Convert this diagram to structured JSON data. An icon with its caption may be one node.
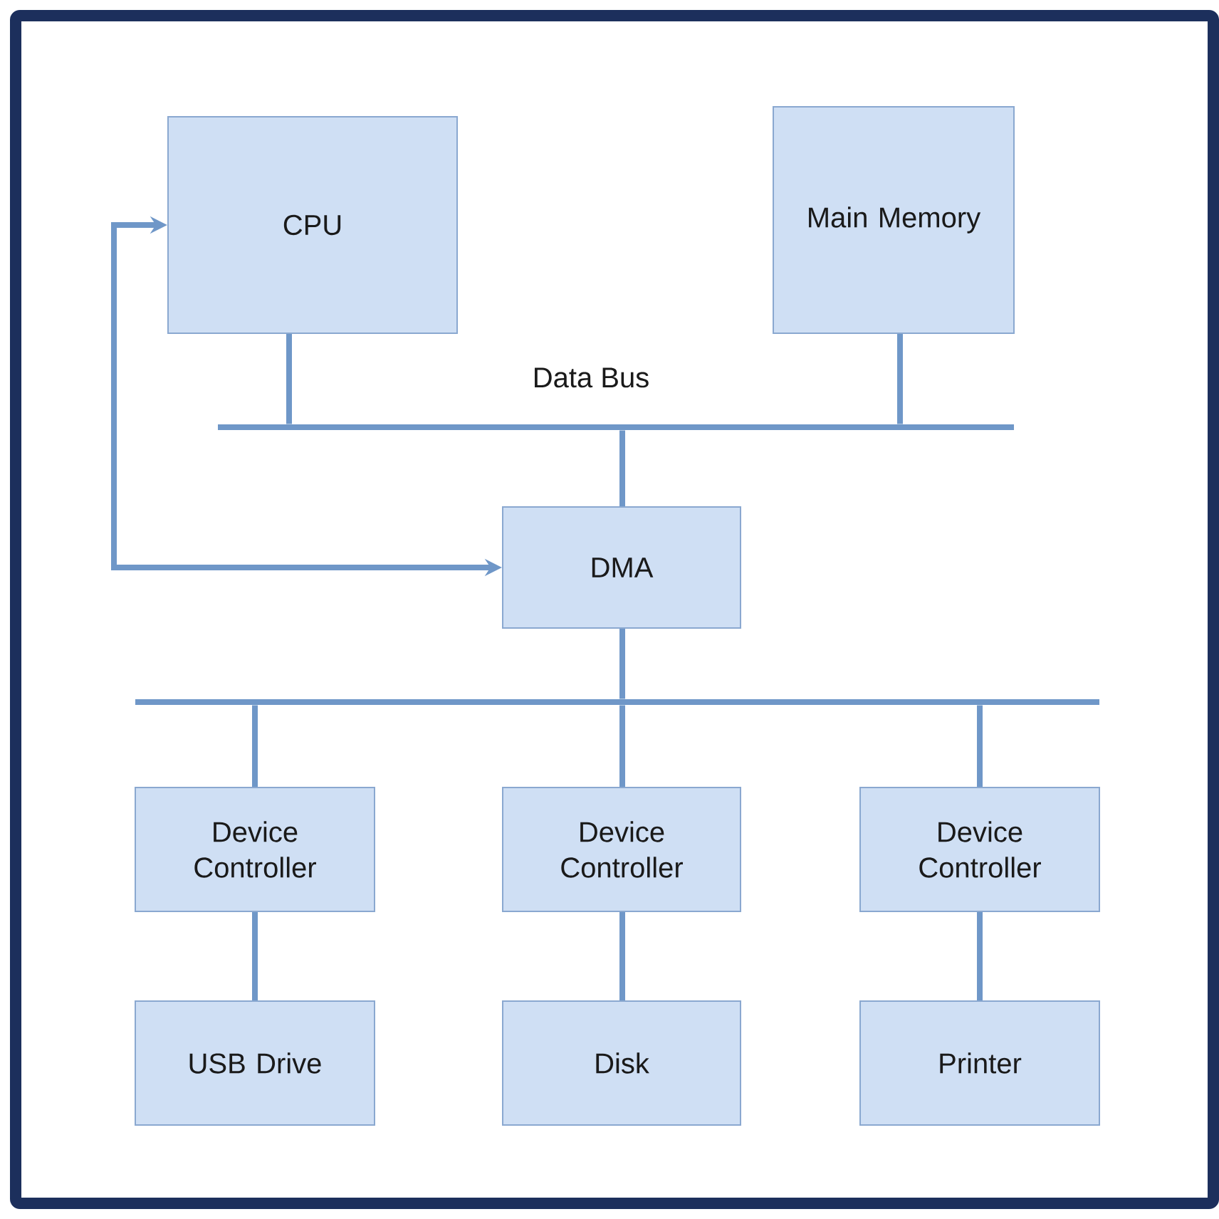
{
  "diagram": {
    "nodes": [
      {
        "text": [
          "CPU"
        ]
      },
      {
        "text": [
          "Main Memory"
        ]
      },
      {
        "text": [
          "Data Bus"
        ]
      },
      {
        "text": [
          "DMA"
        ]
      },
      {
        "text": [],
        "shape": "bar"
      },
      {
        "text": [
          "Device Controller"
        ]
      },
      {
        "text": [
          "Device Controller"
        ]
      },
      {
        "text": [
          "Device Controller"
        ]
      },
      {
        "text": [
          "USB Drive"
        ]
      },
      {
        "text": [
          "Disk"
        ]
      },
      {
        "text": [
          "Printer"
        ]
      }
    ],
    "edges": [
      {
        "from": 0,
        "to": 2,
        "arrow": "none"
      },
      {
        "from": 1,
        "to": 2,
        "arrow": "none"
      },
      {
        "from": 2,
        "to": 3,
        "arrow": "none"
      },
      {
        "from": 0,
        "to": 3,
        "arrow": "both"
      },
      {
        "from": 3,
        "to": 4,
        "arrow": "none"
      },
      {
        "from": 4,
        "to": 5,
        "arrow": "none"
      },
      {
        "from": 4,
        "to": 6,
        "arrow": "none"
      },
      {
        "from": 4,
        "to": 7,
        "arrow": "none"
      },
      {
        "from": 5,
        "to": 8,
        "arrow": "none"
      },
      {
        "from": 6,
        "to": 9,
        "arrow": "none"
      },
      {
        "from": 7,
        "to": 10,
        "arrow": "none"
      }
    ]
  }
}
